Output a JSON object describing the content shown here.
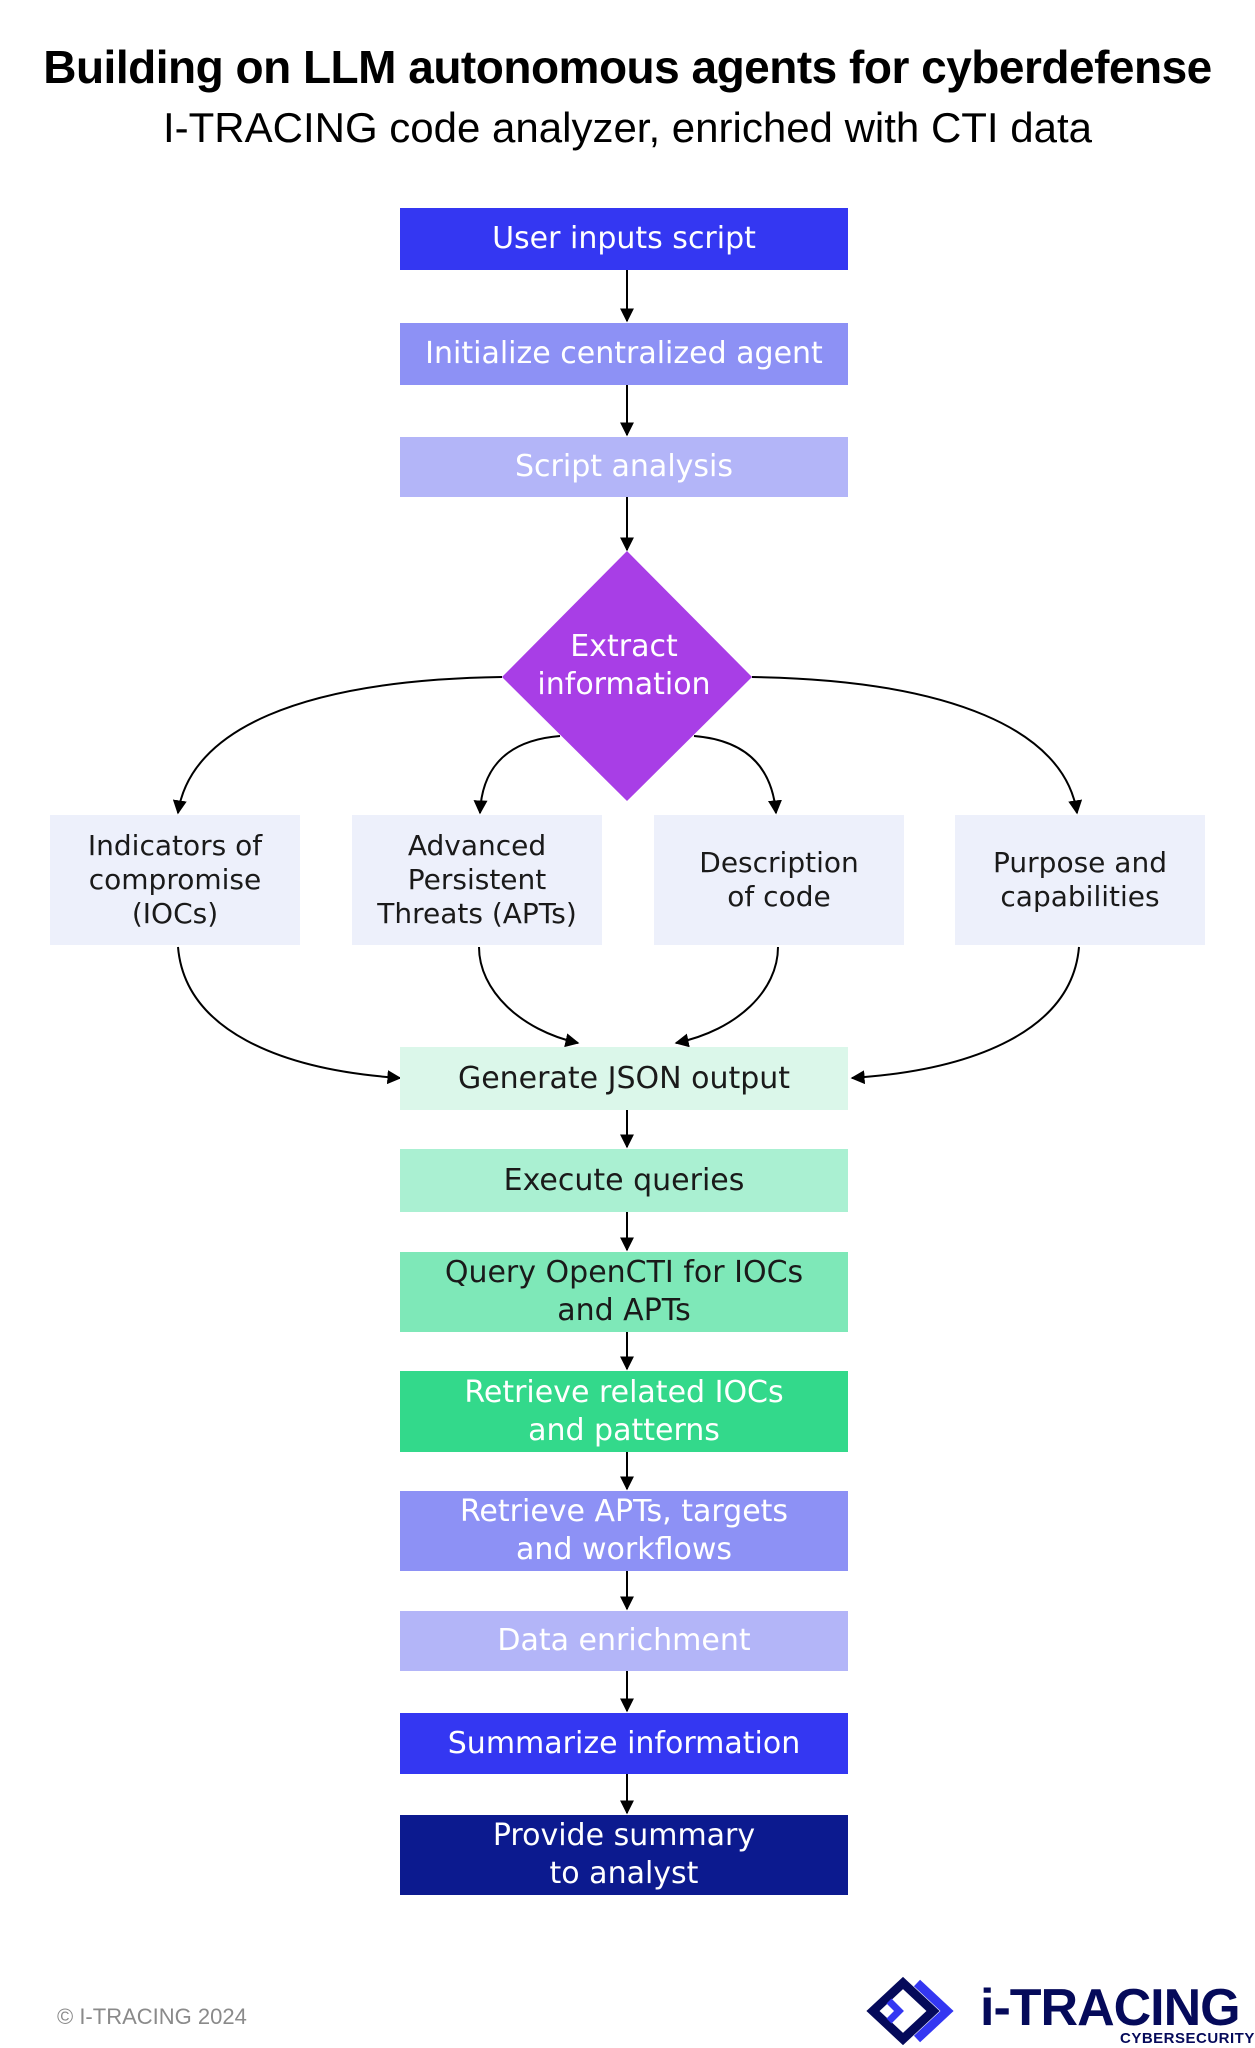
{
  "header": {
    "title": "Building on LLM autonomous agents for cyberdefense",
    "subtitle": "I-TRACING code analyzer, enriched with CTI data"
  },
  "flow": {
    "step1": "User inputs script",
    "step2": "Initialize centralized agent",
    "step3": "Script analysis",
    "decision": "Extract information",
    "branches": [
      "Indicators of compromise (IOCs)",
      "Advanced Persistent Threats (APTs)",
      "Description of code",
      "Purpose and capabilities"
    ],
    "step4": "Generate JSON output",
    "step5": "Execute queries",
    "step6": "Query OpenCTI for IOCs and APTs",
    "step7": "Retrieve related IOCs and patterns",
    "step8": "Retrieve APTs, targets and workflows",
    "step9": "Data enrichment",
    "step10": "Summarize information",
    "step11": "Provide summary to analyst"
  },
  "footer": {
    "copyright": "© I-TRACING 2024",
    "logo_text": "i-TRACING",
    "logo_sub": "CYBERSECURITY"
  },
  "colors": {
    "blue_strong": "#3437f2",
    "blue_mid": "#8d91f5",
    "blue_light": "#b3b5f8",
    "purple": "#a83ee6",
    "branch_bg": "#edf0fb",
    "mint_pale": "#dbf7ea",
    "mint_light": "#aaf0d2",
    "mint_mid": "#7ee8b8",
    "green": "#33d98b",
    "navy": "#0c1a8f"
  }
}
